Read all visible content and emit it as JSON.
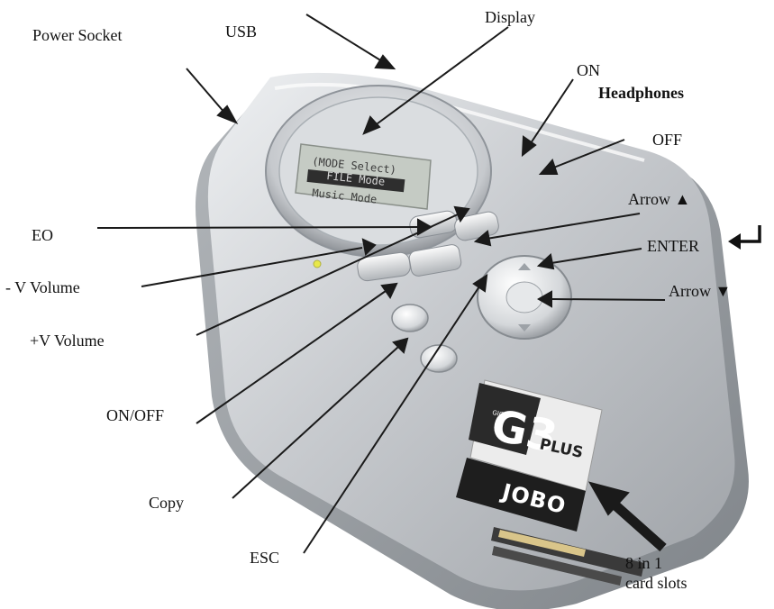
{
  "labels": {
    "power_socket": "Power Socket",
    "usb": "USB",
    "display": "Display",
    "on": "ON",
    "headphones": "Headphones",
    "off": "OFF",
    "arrow_up": "Arrow ▲",
    "enter": "ENTER",
    "arrow_down": "Arrow ▼",
    "eo": "EO",
    "minus_volume": "- V Volume",
    "plus_volume": "+V  Volume",
    "on_off": "ON/OFF",
    "copy": "Copy",
    "esc": "ESC",
    "card_slots_line1": "8 in 1",
    "card_slots_line2": "card slots"
  },
  "device": {
    "screen_line1": "(MODE Select)",
    "screen_line2": "FILE Mode",
    "screen_line3": "Music Mode",
    "logo_text": "G3",
    "logo_small": "GIGA",
    "logo_plus": "PLUS",
    "brand": "JOBO"
  },
  "colors": {
    "body": "#c9ccd0",
    "arrow": "#1a1a1a",
    "screen": "#c5cbc4",
    "led": "#e8e84a"
  },
  "icons": [
    "enter-return-icon"
  ]
}
